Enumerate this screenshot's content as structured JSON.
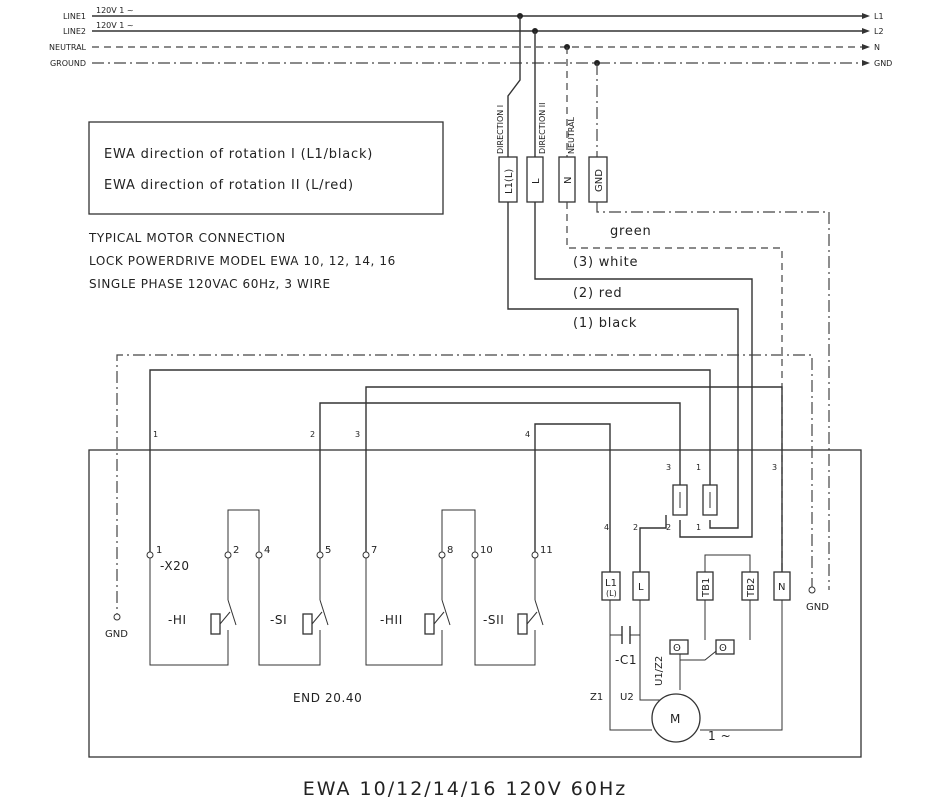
{
  "supply": {
    "line1": "LINE1",
    "line2": "LINE2",
    "neutral": "NEUTRAL",
    "ground": "GROUND",
    "line1_volt": "120V 1 ~",
    "line2_volt": "120V 1 ~",
    "out_l1": "L1",
    "out_l2": "L2",
    "out_n": "N",
    "out_gnd": "GND"
  },
  "connector": {
    "dir1_label": "DIRECTION I",
    "dir2_label": "DIRECTION II",
    "neutral_label": "NEUTRAL",
    "t1": "L1(L)",
    "t2": "L",
    "t3": "N",
    "t4": "GND"
  },
  "legend": {
    "rot1": "EWA direction of rotation I (L1/black)",
    "rot2": "EWA direction of rotation II (L/red)"
  },
  "info": {
    "line1": "TYPICAL MOTOR CONNECTION",
    "line2": "LOCK POWERDRIVE MODEL EWA 10, 12, 14, 16",
    "line3": "SINGLE PHASE 120VAC 60Hz, 3 WIRE"
  },
  "wires": {
    "green": "green",
    "white": "(3) white",
    "red": "(2) red",
    "black": "(1) black"
  },
  "wire_numbers": {
    "n1": "1",
    "n2": "2",
    "n3": "3",
    "n4": "4",
    "r3": "3",
    "r1": "1",
    "rr3": "3",
    "i2": "2",
    "i1": "1",
    "i4": "4",
    "i2b": "2"
  },
  "terminals": {
    "t1": "1",
    "t2": "2",
    "t4": "4",
    "t5": "5",
    "t7": "7",
    "t8": "8",
    "t10": "10",
    "t11": "11",
    "x20": "-X20",
    "hi": "-HI",
    "si": "-SI",
    "hii": "-HII",
    "sii": "-SII",
    "gnd_left": "GND",
    "gnd_right": "GND"
  },
  "motor": {
    "l1": "L1",
    "l1_sub": "(L)",
    "l": "L",
    "tb1": "TB1",
    "tb2": "TB2",
    "n": "N",
    "c1": "-C1",
    "u1z2": "U1/Z2",
    "z1": "Z1",
    "u2": "U2",
    "m": "M",
    "phase": "1 ~"
  },
  "end_label": "END 20.40",
  "title": "EWA 10/12/14/16 120V 60Hz"
}
